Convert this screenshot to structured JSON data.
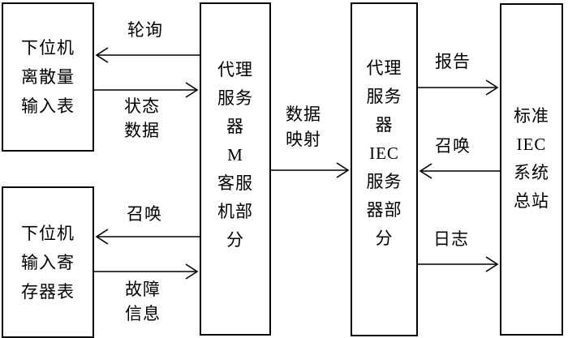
{
  "diagram": {
    "boxes": {
      "discrete_input": {
        "label": "下位机\n离散量\n输入表"
      },
      "input_register": {
        "label": "下位机\n输入寄\n存器表"
      },
      "proxy_m": {
        "label": "代理\n服务\n器\nM\n客服\n机部\n分"
      },
      "proxy_iec": {
        "label": "代理\n服务\n器\nIEC\n服务\n器部\n分"
      },
      "iec_master": {
        "label": "标准\nIEC\n系统\n总站"
      }
    },
    "arrows": {
      "polling": {
        "label": "轮询",
        "from": "proxy_m",
        "to": "discrete_input"
      },
      "status_data": {
        "label": "状态\n数据",
        "from": "discrete_input",
        "to": "proxy_m"
      },
      "summon_left": {
        "label": "召唤",
        "from": "proxy_m",
        "to": "input_register"
      },
      "fault_info": {
        "label": "故障\n信息",
        "from": "input_register",
        "to": "proxy_m"
      },
      "data_mapping": {
        "label": "数据\n映射",
        "from": "proxy_m",
        "to": "proxy_iec"
      },
      "report": {
        "label": "报告",
        "from": "proxy_iec",
        "to": "iec_master"
      },
      "summon_right": {
        "label": "召唤",
        "from": "iec_master",
        "to": "proxy_iec"
      },
      "log": {
        "label": "日志",
        "from": "proxy_iec",
        "to": "iec_master"
      }
    },
    "colors": {
      "line": "#000000",
      "text": "#000000",
      "background": "#ffffff"
    }
  }
}
